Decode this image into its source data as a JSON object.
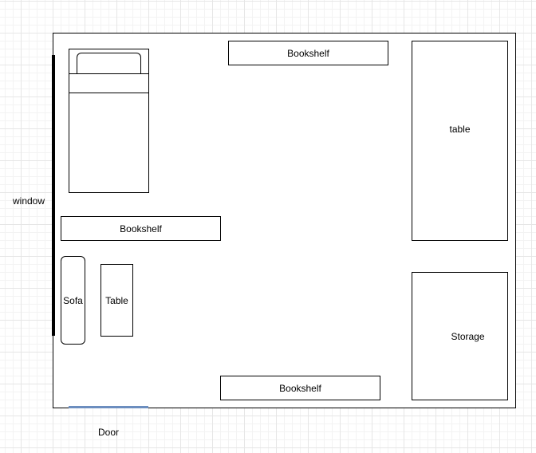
{
  "labels": {
    "window": "window",
    "door": "Door"
  },
  "furniture": {
    "bookshelf_top": "Bookshelf",
    "bookshelf_left": "Bookshelf",
    "bookshelf_bottom": "Bookshelf",
    "table_right": "table",
    "storage": "Storage",
    "sofa": "Sofa",
    "table_small": "Table"
  },
  "colors": {
    "door": "#6c8ebf",
    "grid": "#e6e6e6",
    "outline": "#000000"
  }
}
